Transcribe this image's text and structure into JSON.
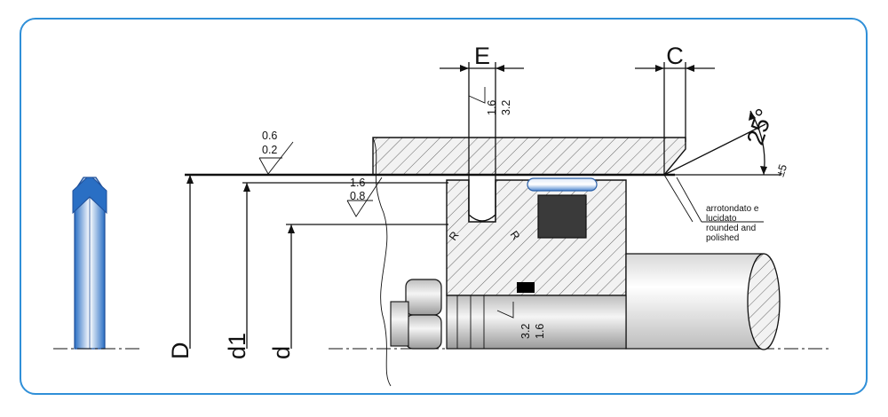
{
  "labels": {
    "E": "E",
    "C": "C",
    "D": "D",
    "d1": "d1",
    "d": "d",
    "angle": "25°",
    "angle_tol": "±5",
    "radius_left": "R",
    "radius_right": "R"
  },
  "roughness": {
    "top_left_a": "0.6",
    "top_left_b": "0.2",
    "mid_a": "1.6",
    "mid_b": "0.8",
    "groove_top_a": "1.6",
    "groove_top_b": "3.2",
    "groove_bottom_a": "3.2",
    "groove_bottom_b": "1.6"
  },
  "note": {
    "line1": "arrotondato e",
    "line2": "lucidato",
    "line3": "rounded and",
    "line4": "polished"
  },
  "colors": {
    "frame": "#2f8fd8",
    "seal_blue": "#2a6fc4",
    "hatch": "#555555",
    "body_gray": "#e3e3e3"
  }
}
